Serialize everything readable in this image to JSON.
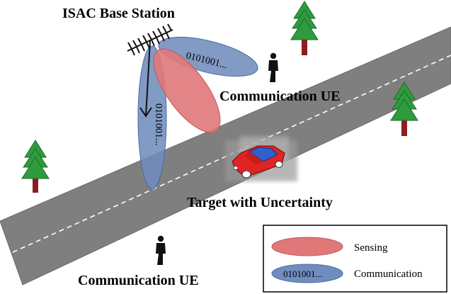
{
  "labels": {
    "base_station": "ISAC Base Station",
    "comm_ue_top": "Communication UE",
    "comm_ue_bottom": "Communication UE",
    "target": "Target with Uncertainty"
  },
  "beams": {
    "upper_bits": "0101001...",
    "vertical_bits": "0101001..."
  },
  "legend": {
    "sensing": "Sensing",
    "communication": "Communication",
    "communication_bits": "0101001..."
  },
  "colors": {
    "road": "#808080",
    "sensing_beam": "#e0787a",
    "communication_beam": "#6f8dbd",
    "tree": "#2e9b3f",
    "trunk": "#8b1e1e",
    "car": "#e02424"
  }
}
